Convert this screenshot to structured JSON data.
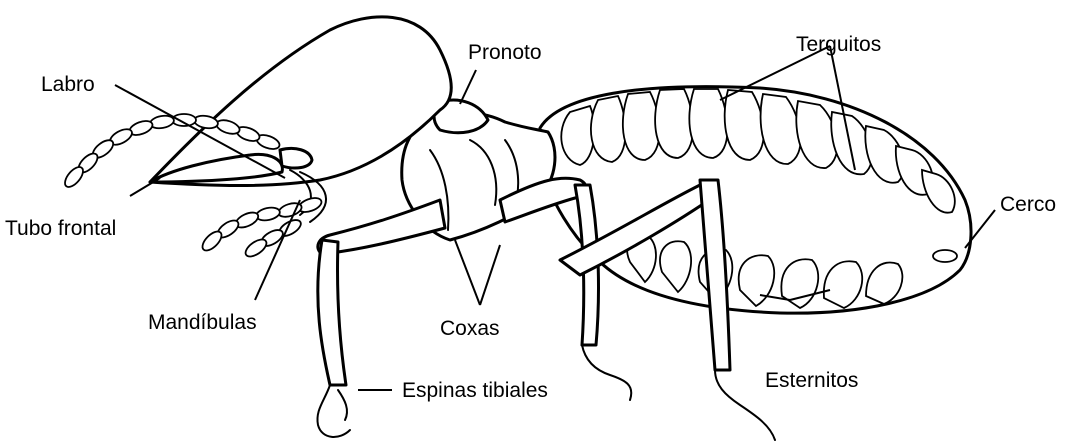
{
  "labels": {
    "labro": "Labro",
    "pronoto": "Pronoto",
    "terguitos": "Terguitos",
    "cerco": "Cerco",
    "tubo_frontal": "Tubo frontal",
    "mandibulas": "Mandíbulas",
    "coxas": "Coxas",
    "esternitos": "Esternitos",
    "espinas_tibiales": "Espinas tibiales"
  },
  "colors": {
    "ink": "#000000",
    "paper": "#ffffff"
  }
}
